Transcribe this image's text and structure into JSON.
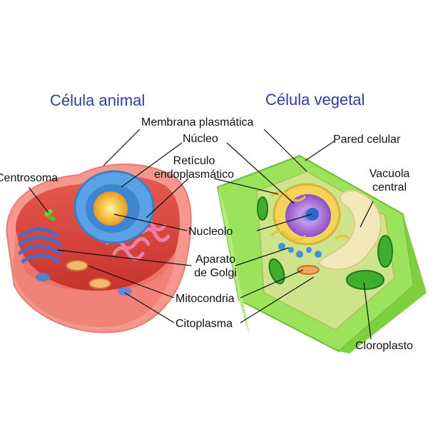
{
  "titles": {
    "animal": "Célula animal",
    "plant": "Célula vegetal"
  },
  "labels": {
    "membrana": "Membrana plasmática",
    "nucleo": "Núcleo",
    "reticulo_1": "Retículo",
    "reticulo_2": "endoplasmático",
    "centrosoma": "Centrosoma",
    "nucleolo": "Nucleolo",
    "aparato_1": "Aparato",
    "aparato_2": "de Golgi",
    "mitocondria": "Mitocondria",
    "citoplasma": "Citoplasma",
    "pared": "Pared celular",
    "vacuola_1": "Vacuola",
    "vacuola_2": "central",
    "cloroplasto": "Cloroplasto"
  },
  "colors": {
    "title": "#2a3ea6",
    "animal_membrane": "#f2837a",
    "animal_cytoplasm": "#d9403a",
    "nucleus_blue": "#4f9be0",
    "nucleolus": "#f5c043",
    "plant_wall": "#8ede4a",
    "plant_nucleus": "#a768d8",
    "vacuole": "#f1e6b5",
    "chloroplast": "#3fae2e"
  }
}
